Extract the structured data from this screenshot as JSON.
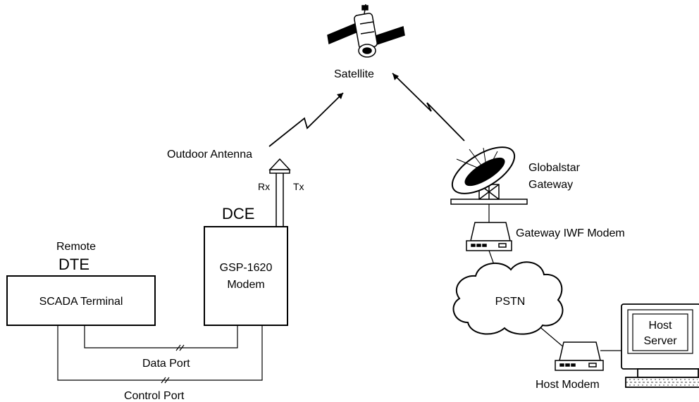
{
  "labels": {
    "satellite": "Satellite",
    "outdoor_antenna": "Outdoor Antenna",
    "rx": "Rx",
    "tx": "Tx",
    "dce": "DCE",
    "modem_line1": "GSP-1620",
    "modem_line2": "Modem",
    "remote": "Remote",
    "dte": "DTE",
    "scada_terminal": "SCADA Terminal",
    "data_port": "Data Port",
    "control_port": "Control Port",
    "gateway_line1": "Globalstar",
    "gateway_line2": "Gateway",
    "gateway_modem": "Gateway IWF Modem",
    "pstn": "PSTN",
    "host_modem": "Host Modem",
    "host_line1": "Host",
    "host_line2": "Server"
  },
  "colors": {
    "stroke": "#000000",
    "background": "#ffffff"
  }
}
